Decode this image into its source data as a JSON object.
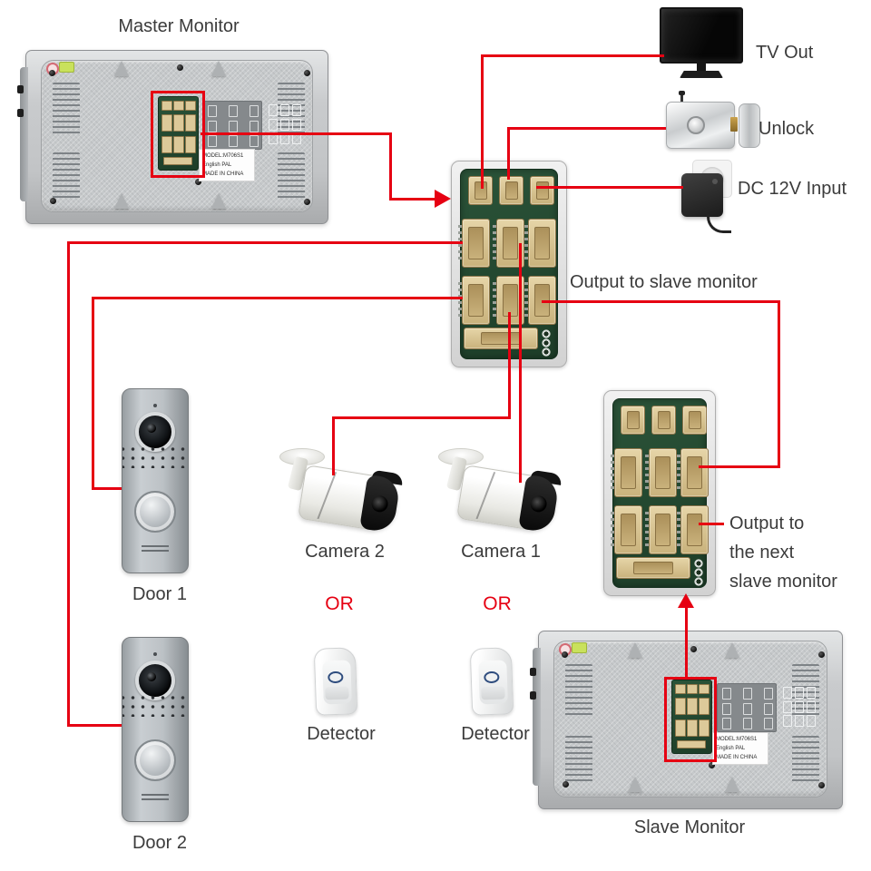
{
  "diagram": {
    "master": {
      "title": "Master Monitor"
    },
    "slave": {
      "title": "Slave Monitor"
    },
    "device_label": {
      "l1": "MODEL:M706S1",
      "l2": "English PAL",
      "l3": "MADE IN CHINA"
    },
    "peripherals": {
      "tv": "TV Out",
      "unlock": "Unlock",
      "dc": "DC 12V Input"
    },
    "callouts": {
      "output_slave": "Output to slave monitor",
      "output_next_l1": "Output to",
      "output_next_l2": "the next",
      "output_next_l3": "slave monitor"
    },
    "cameras": {
      "cam2": "Camera 2",
      "cam1": "Camera 1",
      "or_left": "OR",
      "or_right": "OR"
    },
    "detectors": {
      "left": "Detector",
      "right": "Detector"
    },
    "doors": {
      "door1": "Door 1",
      "door2": "Door 2"
    },
    "colors": {
      "wire": "#e60012",
      "text": "#3b3b3b",
      "pcb_green": "#254a32",
      "connector_beige": "#dcc999"
    }
  }
}
